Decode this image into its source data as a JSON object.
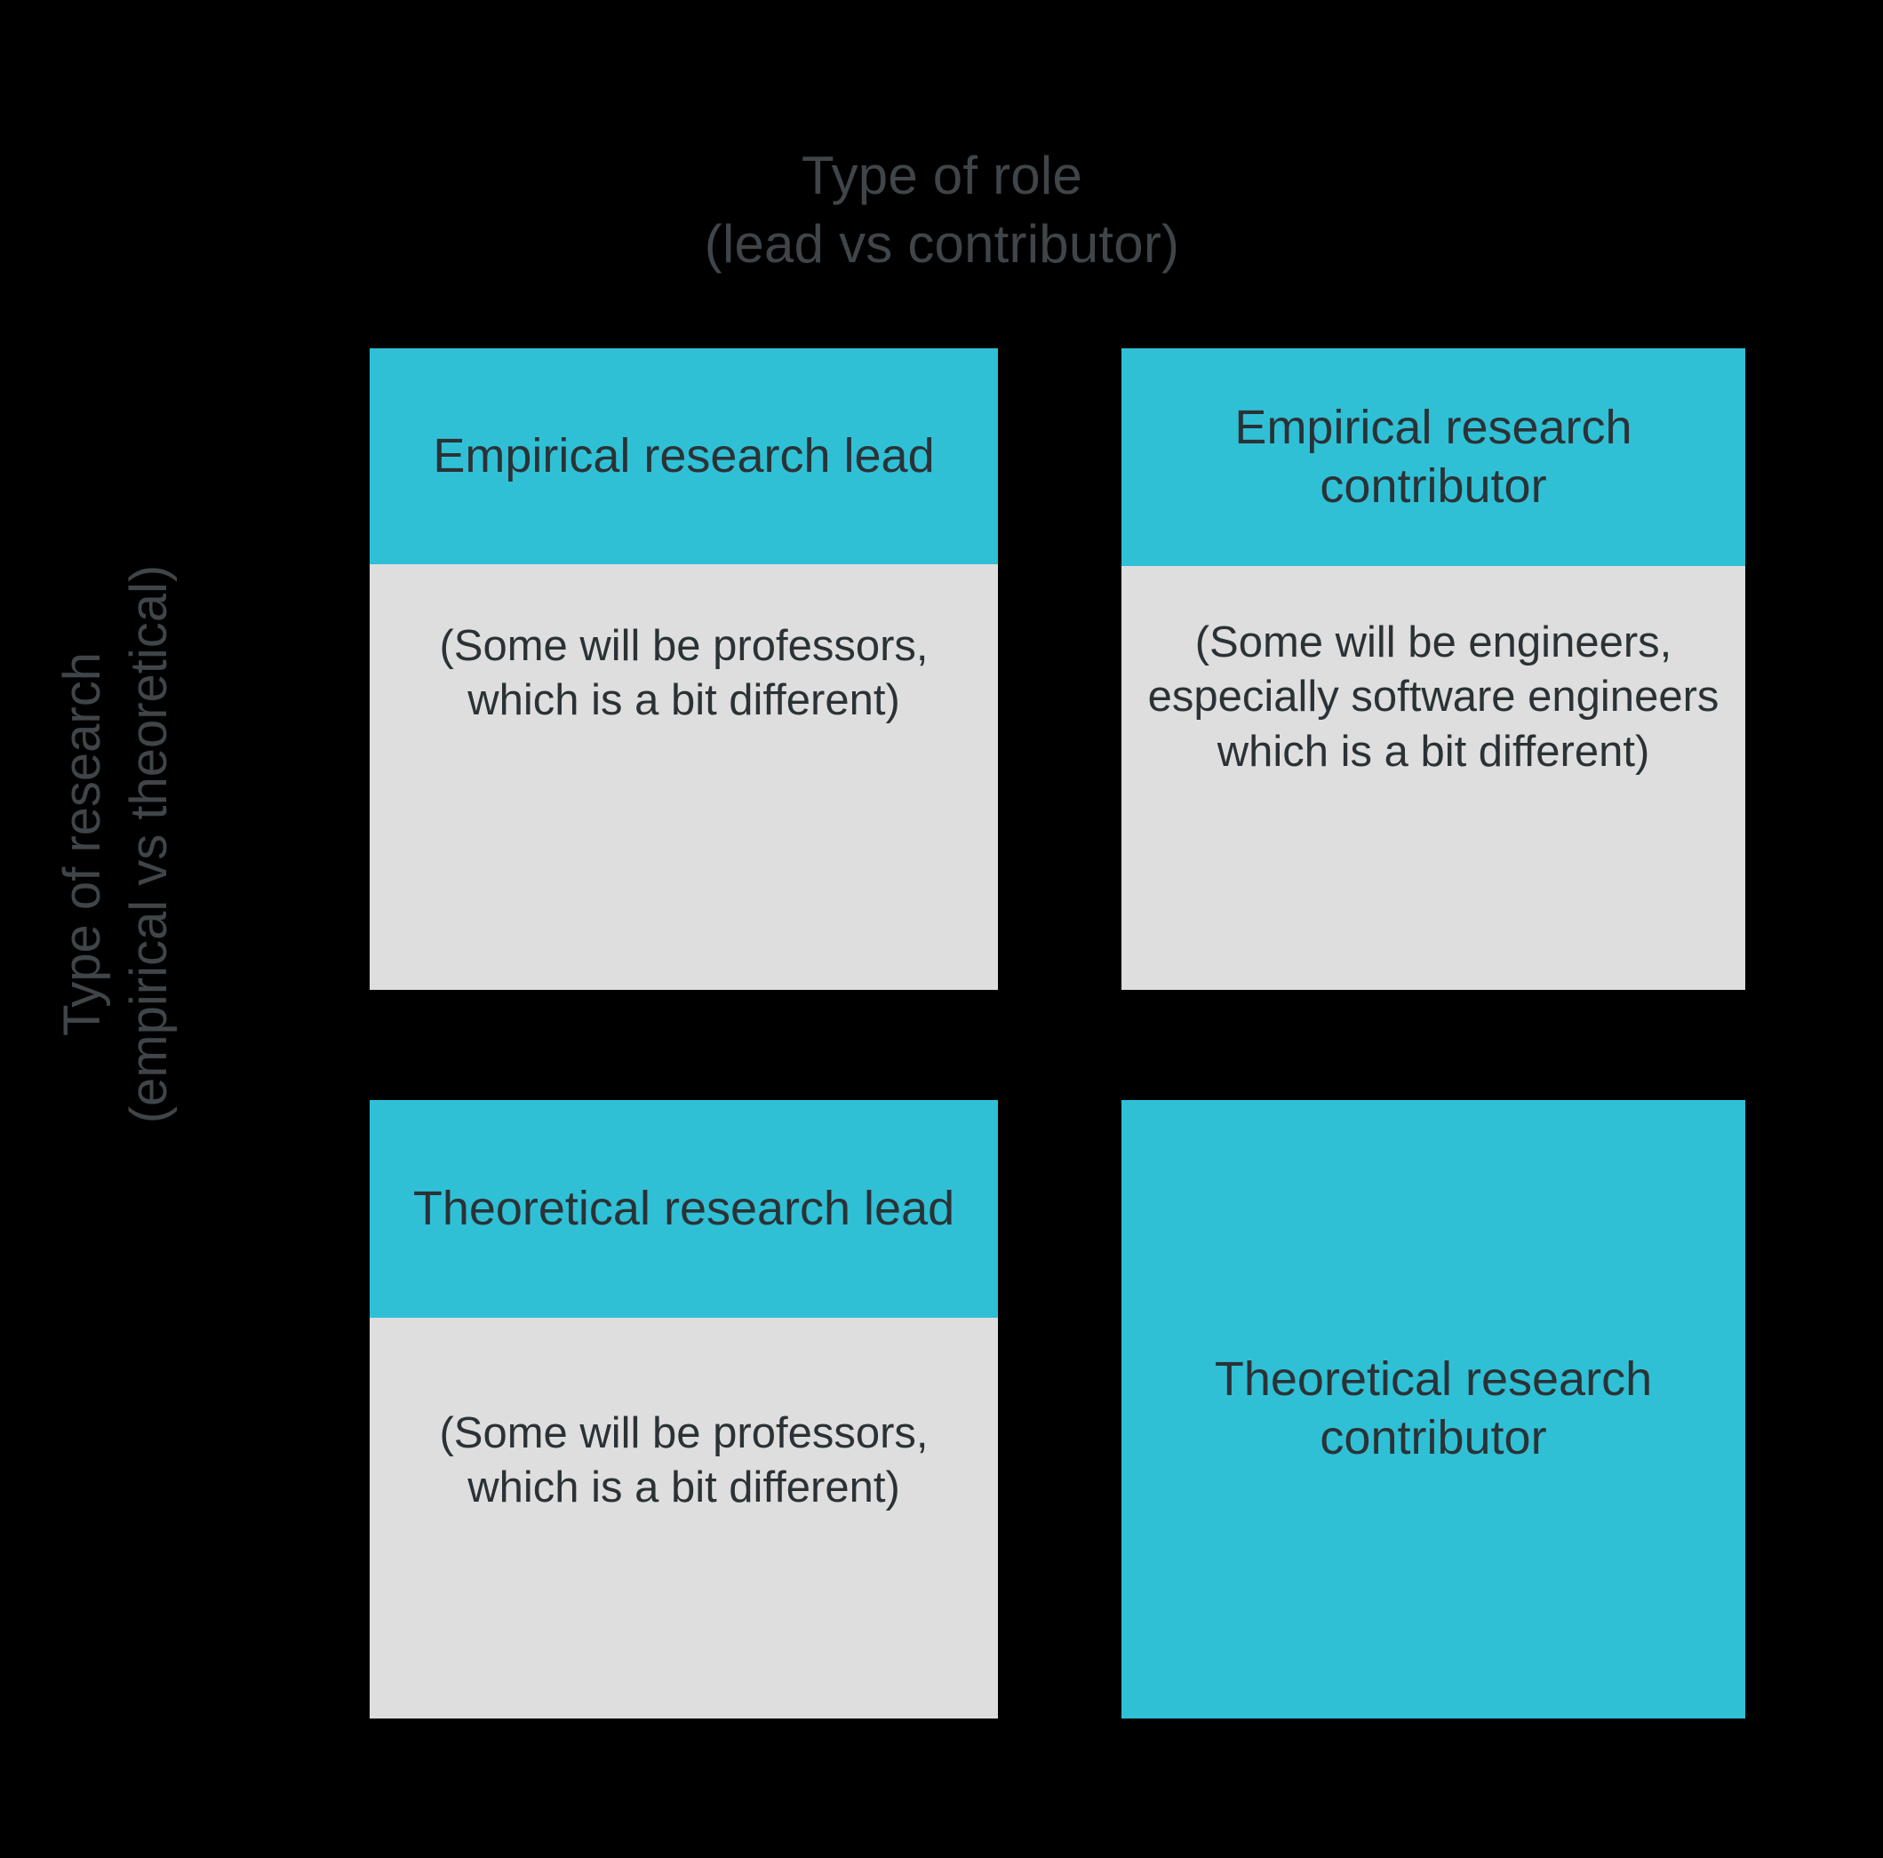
{
  "diagram": {
    "type": "2x2-matrix",
    "background_color": "#000000",
    "accent_color": "#2fc0d6",
    "panel_color": "#dedede",
    "text_color": "#2b3235",
    "axis_label_color": "#3f4548",
    "x_axis": {
      "title_line1": "Type of role",
      "title_line2": "(lead vs contributor)"
    },
    "y_axis": {
      "title_line1": "Type of research",
      "title_line2": "(empirical vs theoretical)"
    },
    "cells": [
      {
        "position": "top-left",
        "header": "Empirical research lead",
        "header_line1": "Empirical research",
        "header_line2": "lead",
        "body": "(Some will be professors, which is a bit different)",
        "has_body": true
      },
      {
        "position": "top-right",
        "header": "Empirical research contributor",
        "header_line1": "Empirical research",
        "header_line2": "contributor",
        "body": "(Some will be engineers, especially software engineers which is a bit different)",
        "has_body": true
      },
      {
        "position": "bottom-left",
        "header": "Theoretical research lead",
        "header_line1": "Theoretical research",
        "header_line2": "lead",
        "body": "(Some will be professors, which is a bit different)",
        "has_body": true
      },
      {
        "position": "bottom-right",
        "header": "Theoretical research contributor",
        "header_line1": "Theoretical research",
        "header_line2": "contributor",
        "body": "",
        "has_body": false
      }
    ]
  }
}
